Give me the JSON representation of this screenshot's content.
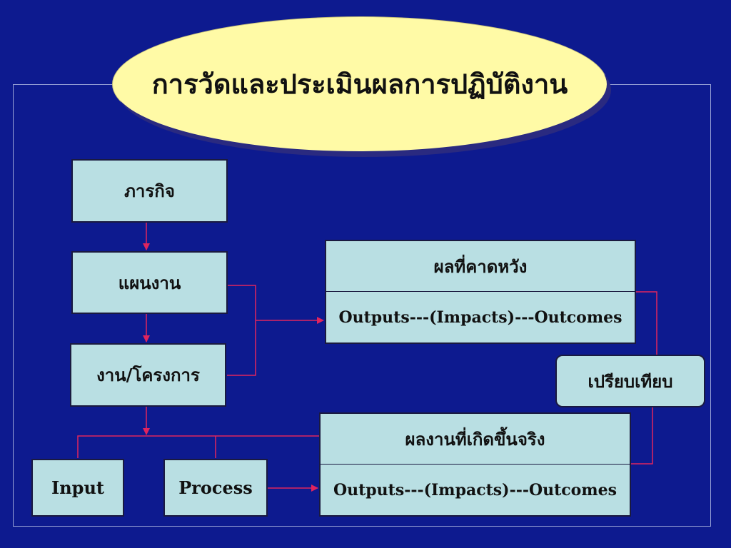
{
  "title": "การวัดและประเมินผลการปฏิบัติงาน",
  "boxes": {
    "mission": "ภารกิจ",
    "plan": "แผนงาน",
    "project": "งาน/โครงการ",
    "input": "Input",
    "process": "Process",
    "compare": "เปรียบเทียบ"
  },
  "expected": {
    "header": "ผลที่คาดหวัง",
    "detail": "Outputs---(Impacts)---Outcomes"
  },
  "actual": {
    "header": "ผลงานที่เกิดขึ้นจริง",
    "detail": "Outputs---(Impacts)---Outcomes"
  },
  "colors": {
    "background": "#0d1a8f",
    "title_fill": "#fffaa6",
    "box_fill": "#b9dfe3",
    "connector": "#e0245e"
  }
}
